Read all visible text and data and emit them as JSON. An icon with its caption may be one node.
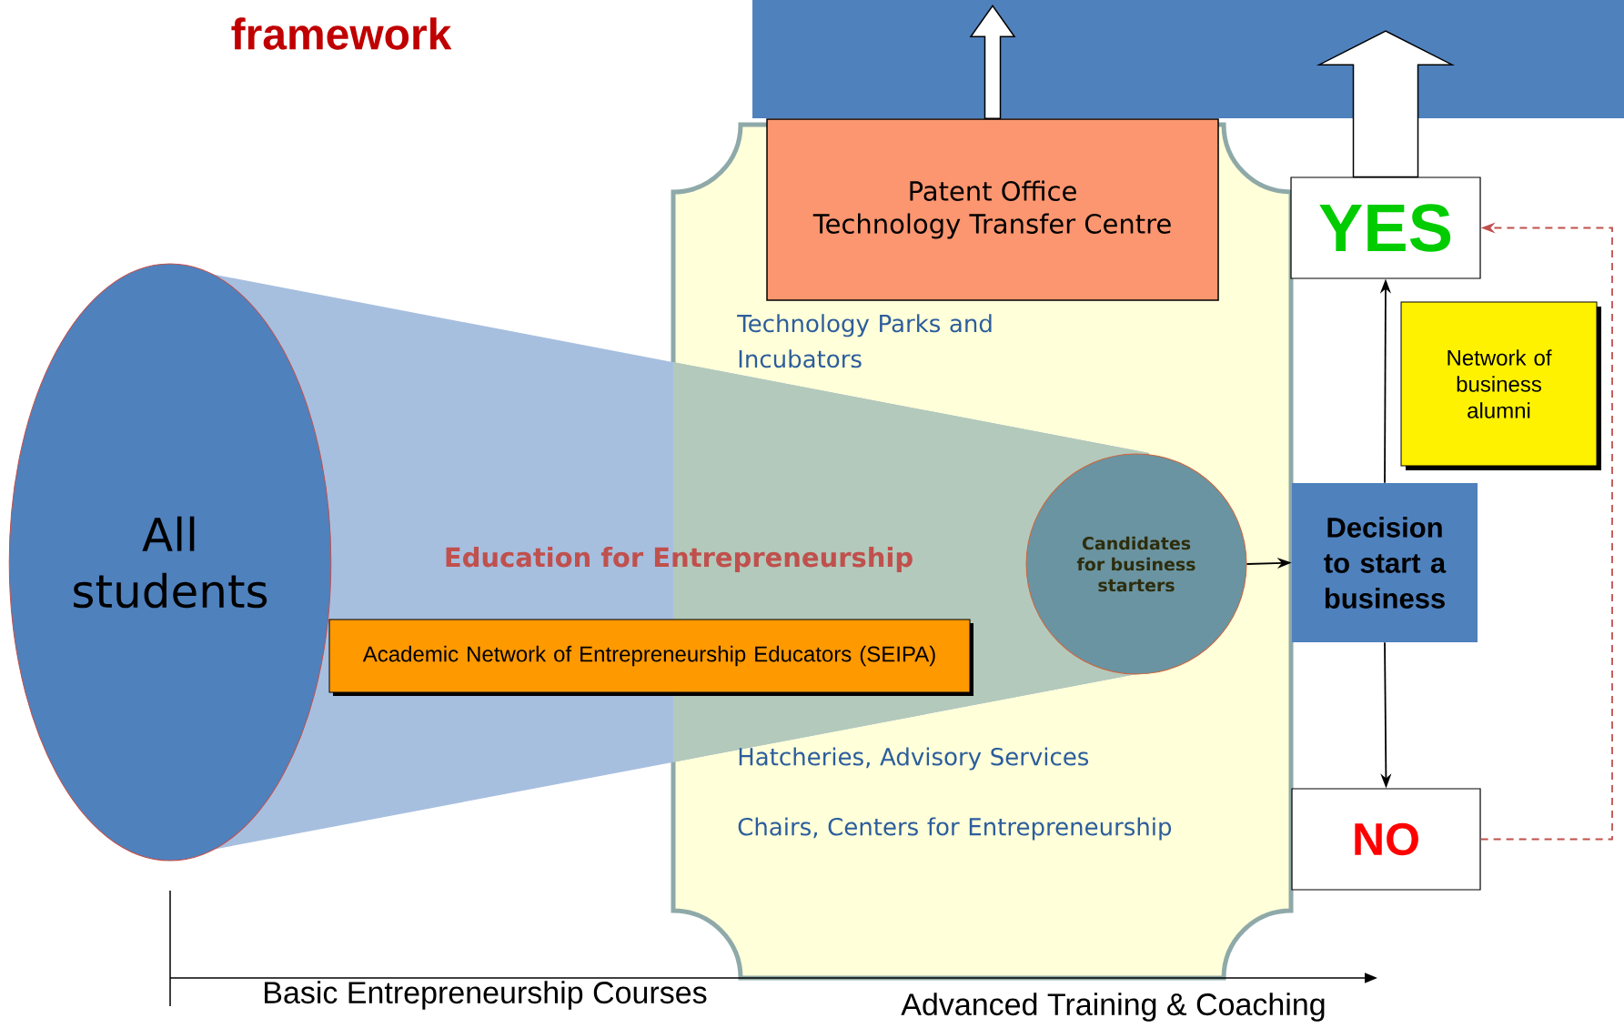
{
  "diagram": {
    "title": "framework",
    "nodes": [
      {
        "text": [],
        "shape": "bar"
      },
      {
        "text": [
          "Technology  Parks and Incubators",
          "Hatcheries,  Advisory  Services",
          "Chairs, Centers for Entrepreneurship"
        ]
      },
      {
        "text": [
          "Patent Office",
          "Technology Transfer Centre"
        ],
        "in": 1
      },
      {
        "text": [
          "YES"
        ]
      },
      {
        "text": [
          "All students"
        ]
      },
      {
        "text": [
          "Network of business alumni"
        ]
      },
      {
        "text": [
          "Academic Network of Entrepreneurship Educators (SEIPA)"
        ]
      },
      {
        "text": [
          "Candidates for business starters"
        ],
        "in": 1
      },
      {
        "text": [
          "Decision to start a business"
        ]
      },
      {
        "text": [
          "NO"
        ]
      }
    ],
    "edges": [
      {
        "from": 2,
        "to": 0,
        "arrow": "to",
        "style": "thick"
      },
      {
        "from": 3,
        "to": 0,
        "arrow": "to",
        "style": "thick"
      },
      {
        "from": 7,
        "to": 8,
        "arrow": "to"
      },
      {
        "from": 8,
        "to": 3,
        "arrow": "to"
      },
      {
        "from": 8,
        "to": 9,
        "arrow": "to"
      },
      {
        "from": 9,
        "to": 3,
        "arrow": "to",
        "style": "dashed",
        "color": "#c0504d"
      }
    ],
    "labels": [
      "Education for Entrepreneurship",
      "Basic Entrepreneurship Courses",
      "Advanced Training & Coaching"
    ]
  }
}
